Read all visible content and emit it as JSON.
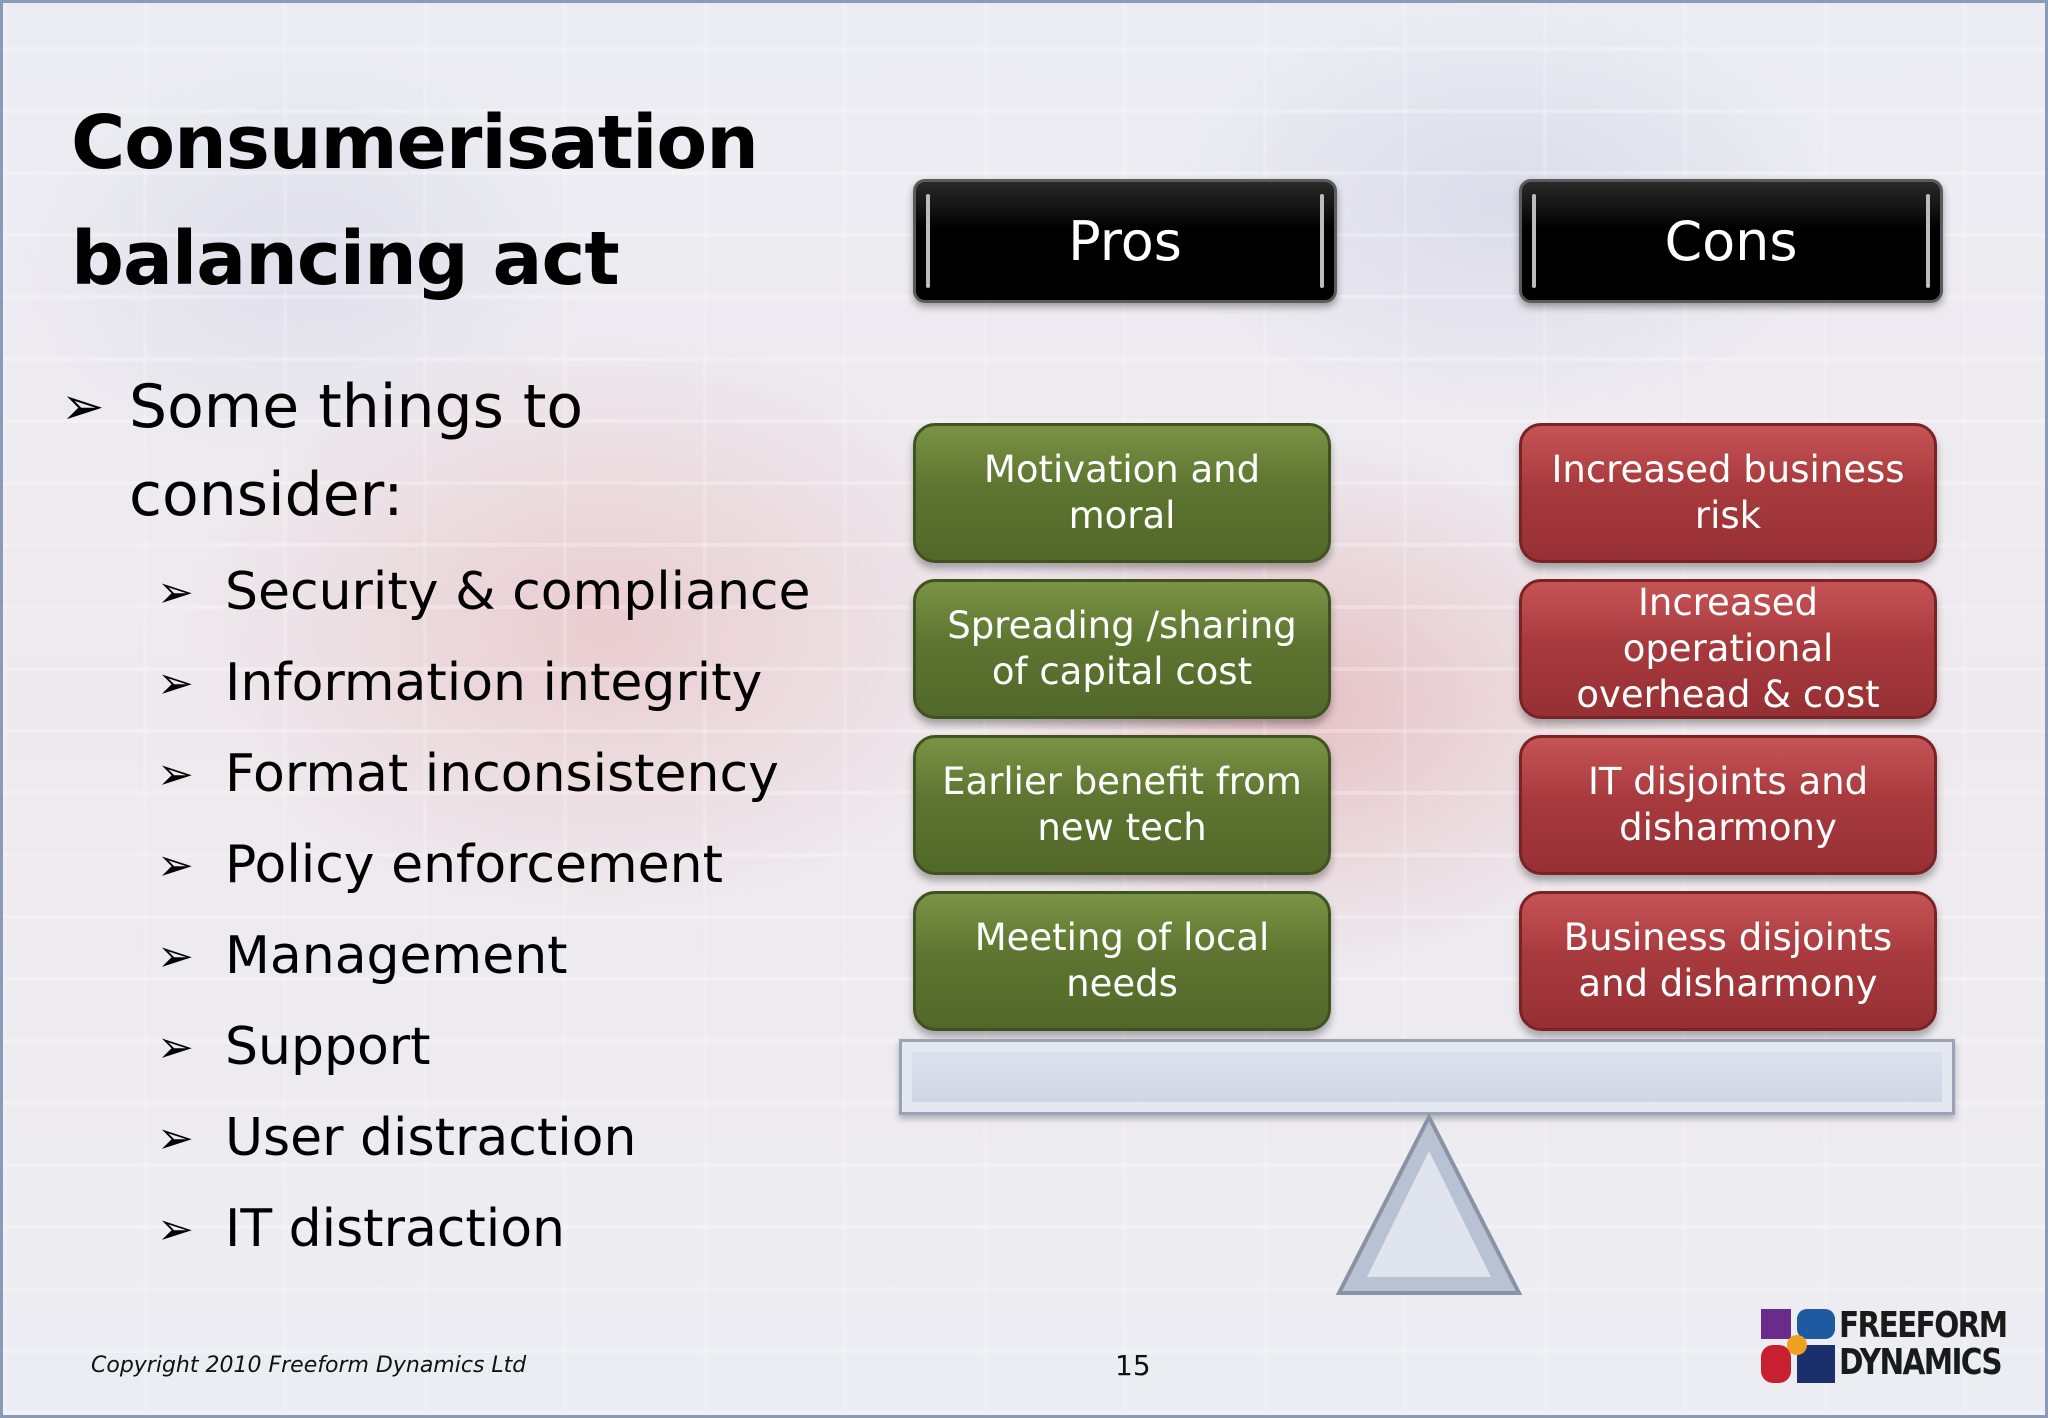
{
  "title": [
    "Consumerisation",
    "balancing act"
  ],
  "intro_bullet": "Some things to consider:",
  "considerations": [
    "Security & compliance",
    "Information integrity",
    "Format inconsistency",
    "Policy enforcement",
    "Management",
    "Support",
    "User distraction",
    "IT distraction"
  ],
  "pros": {
    "header": "Pros",
    "items": [
      "Motivation and moral",
      "Spreading /sharing of capital cost",
      "Earlier benefit from new tech",
      "Meeting of local needs"
    ]
  },
  "cons": {
    "header": "Cons",
    "items": [
      "Increased business risk",
      "Increased operational overhead & cost",
      "IT disjoints and disharmony",
      "Business disjoints and disharmony"
    ]
  },
  "footer": {
    "copyright": "Copyright 2010 Freeform Dynamics Ltd",
    "page_number": "15"
  },
  "logo": {
    "line1": "FREEFORM",
    "line2": "DYNAMICS"
  },
  "colors": {
    "pro": "#5d7530",
    "con": "#a83a3d",
    "header": "#000000",
    "beam": "#d6dcea"
  },
  "icons": {
    "bullet": "arrowhead-bullet-icon"
  }
}
